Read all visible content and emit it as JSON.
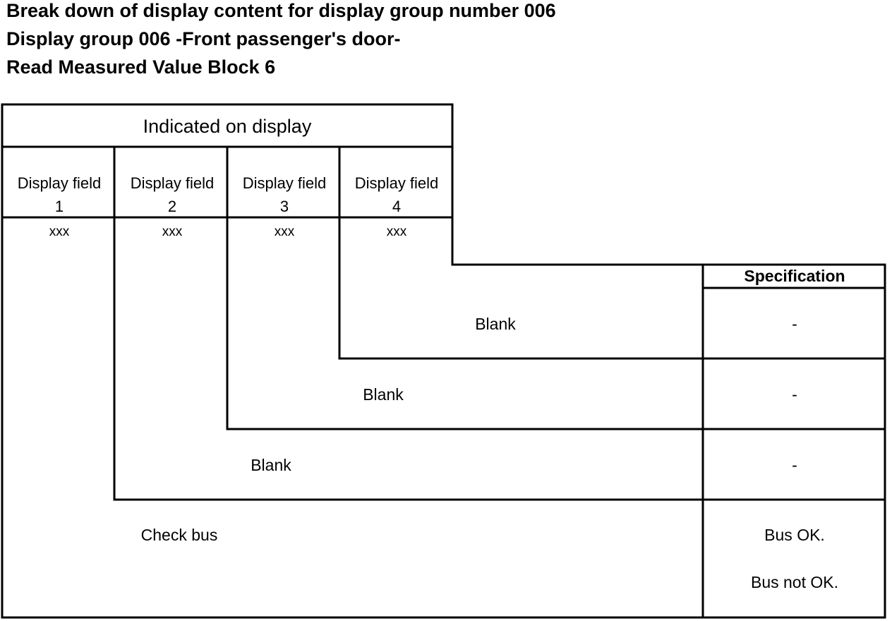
{
  "headings": {
    "line1": "Break down of display content for display group number 006",
    "line2": "Display group 006 -Front passenger's door-",
    "line3": "Read Measured Value Block 6"
  },
  "table": {
    "indicated_header": "Indicated on display",
    "fields": [
      {
        "label": "Display field",
        "number": "1",
        "value": "xxx"
      },
      {
        "label": "Display field",
        "number": "2",
        "value": "xxx"
      },
      {
        "label": "Display field",
        "number": "3",
        "value": "xxx"
      },
      {
        "label": "Display field",
        "number": "4",
        "value": "xxx"
      }
    ],
    "specification_header": "Specification",
    "rows": [
      {
        "label": "Blank",
        "spec": [
          "-"
        ]
      },
      {
        "label": "Blank",
        "spec": [
          "-"
        ]
      },
      {
        "label": "Blank",
        "spec": [
          "-"
        ]
      },
      {
        "label": "Check bus",
        "spec": [
          "Bus OK.",
          "Bus not OK."
        ]
      }
    ]
  }
}
